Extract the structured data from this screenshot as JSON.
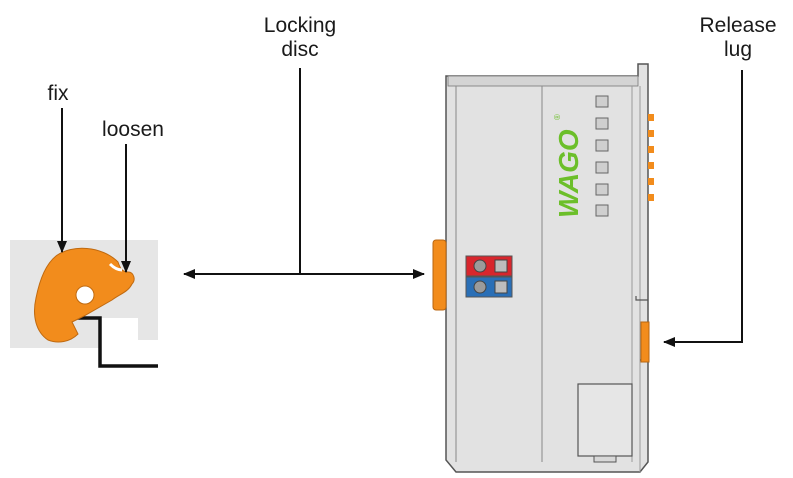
{
  "labels": {
    "locking_disc_line1": "Locking",
    "locking_disc_line2": "disc",
    "release_lug_line1": "Release",
    "release_lug_line2": "lug",
    "fix": "fix",
    "loosen": "loosen"
  },
  "logo": {
    "text": "WAGO",
    "color": "#6cbf2a"
  },
  "colors": {
    "disc_orange": "#f28c1c",
    "housing_gray": "#e2e2e2",
    "outline": "#555555",
    "terminal_red": "#d8262d",
    "terminal_blue": "#2a6fb6"
  }
}
